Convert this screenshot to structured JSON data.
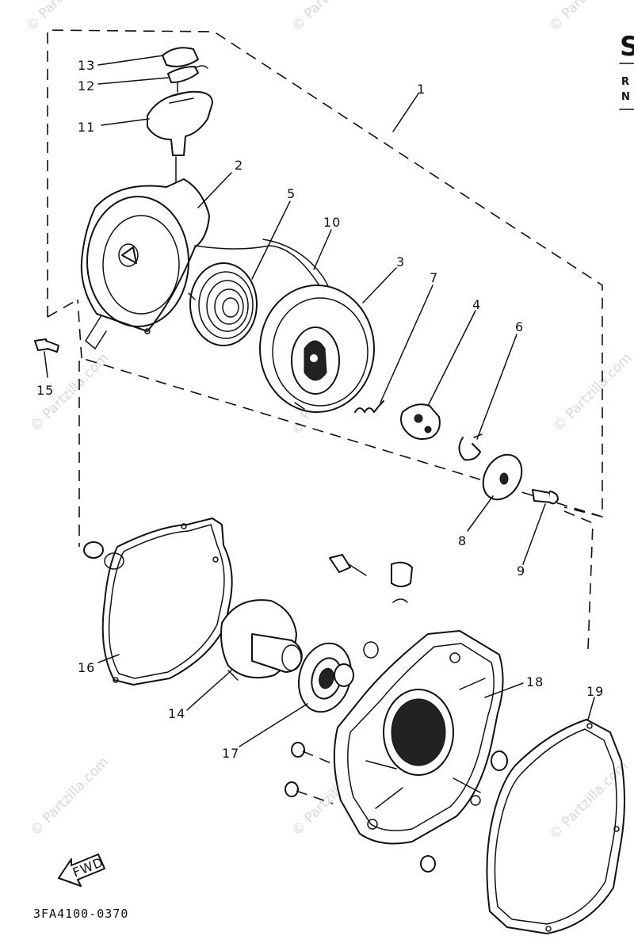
{
  "diagram": {
    "title_fragment": "S",
    "header_fragments": [
      "R",
      "N"
    ],
    "part_numbers": [
      "1",
      "2",
      "3",
      "4",
      "5",
      "6",
      "7",
      "8",
      "9",
      "10",
      "11",
      "12",
      "13",
      "14",
      "15",
      "16",
      "17",
      "18",
      "19"
    ],
    "fwd_label": "FWD",
    "diagram_code": "3FA4100-0370",
    "watermark_text": "© Partzilla.com"
  }
}
